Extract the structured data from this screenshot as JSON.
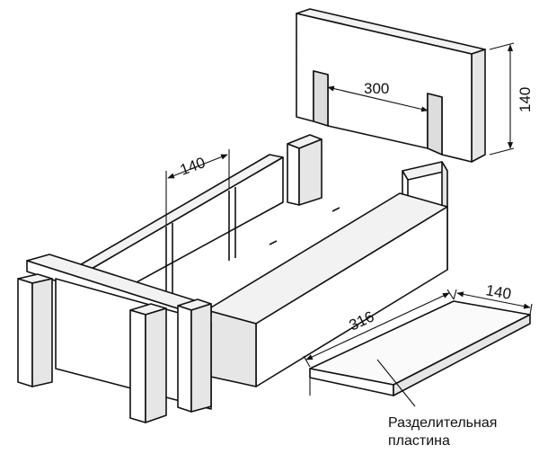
{
  "dimensions": {
    "end_panel_slot_width": "300",
    "end_panel_height": "140",
    "spacing_top": "140",
    "plate_length": "316",
    "plate_width": "140"
  },
  "caption": {
    "line1": "Разделительная",
    "line2": "пластина"
  }
}
